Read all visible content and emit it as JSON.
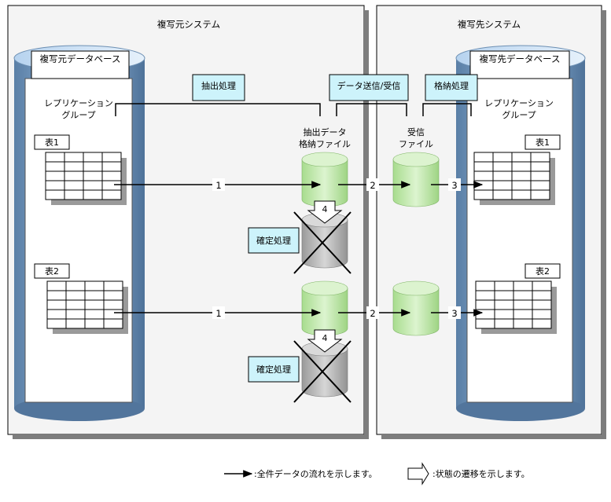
{
  "source_system": {
    "title": "複写元システム",
    "db_label": "複写元データベース"
  },
  "target_system": {
    "title": "複写先システム",
    "db_label": "複写先データベース"
  },
  "group_label": {
    "line1": "レプリケーション",
    "line2": "グループ"
  },
  "tables": {
    "table1": "表1",
    "table2": "表2"
  },
  "processes": {
    "extract": "抽出処理",
    "send_receive": "データ送信/受信",
    "store": "格納処理",
    "confirm": "確定処理"
  },
  "files": {
    "extract_file": {
      "line1": "抽出データ",
      "line2": "格納ファイル"
    },
    "receive_file": {
      "line1": "受信",
      "line2": "ファイル"
    }
  },
  "step_labels": {
    "s1": "1",
    "s2": "2",
    "s3": "3",
    "s4": "4"
  },
  "legend": {
    "flow": ":全件データの流れを示します。",
    "state": ":状態の遷移を示します。"
  },
  "colors": {
    "panel_bg": "#f4f4f4",
    "process_box": "#cdf3fb",
    "cylinder_green": "#bfe9a8",
    "cylinder_gray": "#bdbdbd",
    "db_blue": "#6e93b9"
  }
}
